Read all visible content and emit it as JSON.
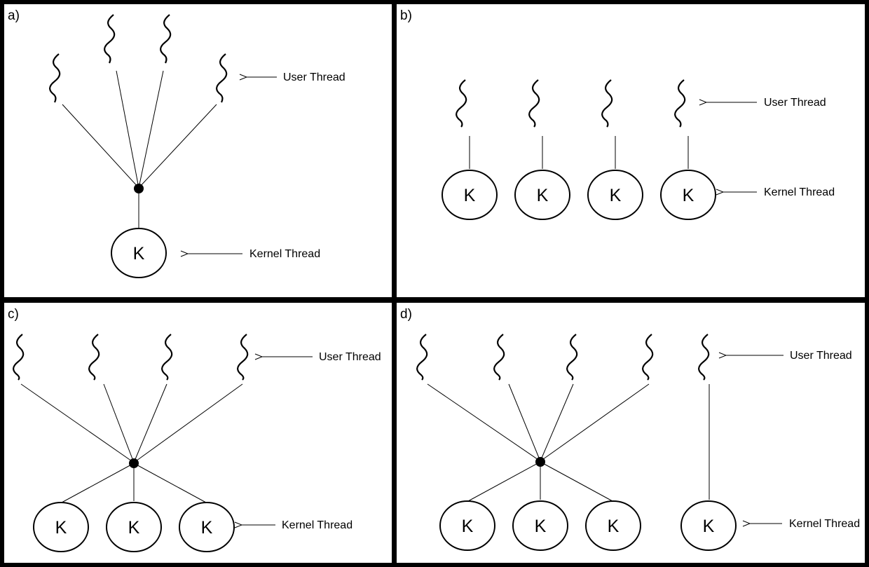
{
  "panels": [
    {
      "id": "a",
      "letter": "a)",
      "user_label": "User Thread",
      "kernel_label": "Kernel Thread",
      "kernel_symbol": "K"
    },
    {
      "id": "b",
      "letter": "b)",
      "user_label": "User Thread",
      "kernel_label": "Kernel Thread",
      "kernel_symbol": "K"
    },
    {
      "id": "c",
      "letter": "c)",
      "user_label": "User Thread",
      "kernel_label": "Kernel Thread",
      "kernel_symbol": "K"
    },
    {
      "id": "d",
      "letter": "d)",
      "user_label": "User Thread",
      "kernel_label": "Kernel Thread",
      "kernel_symbol": "K"
    }
  ],
  "colors": {
    "background": "#000000",
    "panel": "#ffffff",
    "ink": "#000000"
  }
}
